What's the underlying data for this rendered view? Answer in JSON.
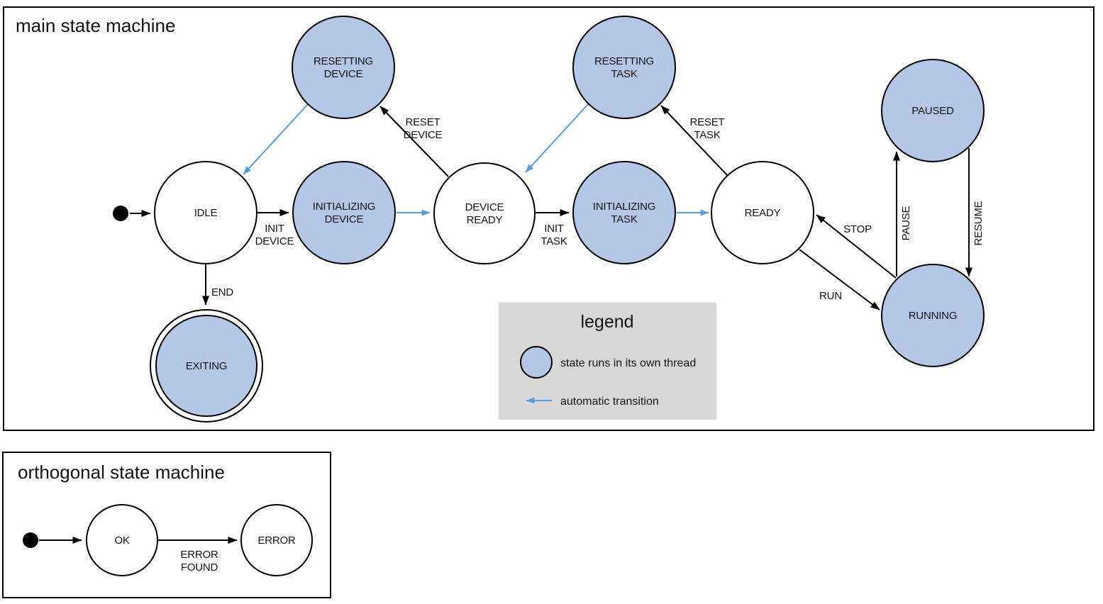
{
  "colors": {
    "threaded-state-fill": "#b4c7e7",
    "state-fill": "#ffffff",
    "auto-transition": "#5b9bd5",
    "stroke": "#000000",
    "legend-bg": "#d8d8d8",
    "text": "#111111"
  },
  "main": {
    "title": "main state machine",
    "states": {
      "idle": {
        "label": "IDLE",
        "threaded": false
      },
      "resetting_device": {
        "line1": "RESETTING",
        "line2": "DEVICE",
        "threaded": true
      },
      "initializing_device": {
        "line1": "INITIALIZING",
        "line2": "DEVICE",
        "threaded": true
      },
      "device_ready": {
        "line1": "DEVICE",
        "line2": "READY",
        "threaded": false
      },
      "resetting_task": {
        "line1": "RESETTING",
        "line2": "TASK",
        "threaded": true
      },
      "initializing_task": {
        "line1": "INITIALIZING",
        "line2": "TASK",
        "threaded": true
      },
      "ready": {
        "label": "READY",
        "threaded": false
      },
      "paused": {
        "label": "PAUSED",
        "threaded": true
      },
      "running": {
        "label": "RUNNING",
        "threaded": true
      },
      "exiting": {
        "label": "EXITING",
        "threaded": true,
        "final": true
      }
    },
    "transitions": {
      "start": {
        "from": "initial",
        "to": "idle",
        "auto": false
      },
      "init_device": {
        "from": "idle",
        "to": "initializing_device",
        "line1": "INIT",
        "line2": "DEVICE",
        "auto": false
      },
      "auto_to_device_ready": {
        "from": "initializing_device",
        "to": "device_ready",
        "auto": true
      },
      "init_task": {
        "from": "device_ready",
        "to": "initializing_task",
        "line1": "INIT",
        "line2": "TASK",
        "auto": false
      },
      "auto_to_ready": {
        "from": "initializing_task",
        "to": "ready",
        "auto": true
      },
      "reset_device": {
        "from": "device_ready",
        "to": "resetting_device",
        "line1": "RESET",
        "line2": "DEVICE",
        "auto": false
      },
      "auto_to_idle": {
        "from": "resetting_device",
        "to": "idle",
        "auto": true
      },
      "reset_task": {
        "from": "ready",
        "to": "resetting_task",
        "line1": "RESET",
        "line2": "TASK",
        "auto": false
      },
      "auto_to_device_ready_2": {
        "from": "resetting_task",
        "to": "device_ready",
        "auto": true
      },
      "end": {
        "from": "idle",
        "to": "exiting",
        "label": "END",
        "auto": false
      },
      "run": {
        "from": "ready",
        "to": "running",
        "label": "RUN",
        "auto": false
      },
      "stop": {
        "from": "running",
        "to": "ready",
        "label": "STOP",
        "auto": false
      },
      "pause": {
        "from": "running",
        "to": "paused",
        "label": "PAUSE",
        "auto": false
      },
      "resume": {
        "from": "paused",
        "to": "running",
        "label": "RESUME",
        "auto": false
      }
    }
  },
  "legend": {
    "title": "legend",
    "thread_item": "state runs in its own thread",
    "auto_item": "automatic transition"
  },
  "orthogonal": {
    "title": "orthogonal state machine",
    "states": {
      "ok": {
        "label": "OK"
      },
      "error": {
        "label": "ERROR"
      }
    },
    "transitions": {
      "start": {
        "from": "initial",
        "to": "ok"
      },
      "error_found": {
        "from": "ok",
        "to": "error",
        "line1": "ERROR",
        "line2": "FOUND"
      }
    }
  }
}
